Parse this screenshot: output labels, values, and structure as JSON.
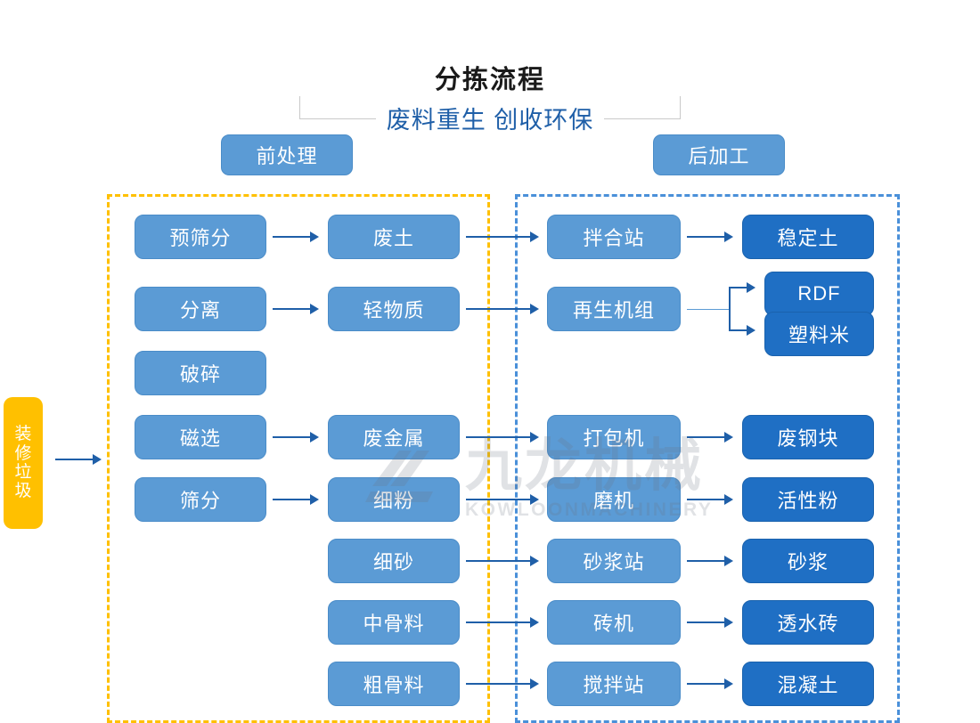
{
  "title": {
    "main": "分拣流程",
    "sub": "废料重生 创收环保"
  },
  "stages": {
    "pre_label": "前处理",
    "post_label": "后加工"
  },
  "input": {
    "label": "装修垃圾",
    "color": "#ffc000"
  },
  "colors": {
    "process_box": "#5b9bd5",
    "product_box": "#1f6fc4",
    "pre_frame_dashed": "#ffc000",
    "post_frame_dashed": "#4a90d9",
    "arrow": "#1f5fa8",
    "title_sub": "#1f5fa8"
  },
  "pre_process": {
    "operations": [
      {
        "label": "预筛分"
      },
      {
        "label": "分离"
      },
      {
        "label": "破碎"
      },
      {
        "label": "磁选"
      },
      {
        "label": "筛分"
      }
    ],
    "materials": [
      {
        "label": "废土"
      },
      {
        "label": "轻物质"
      },
      {
        "label": "废金属"
      },
      {
        "label": "细粉"
      },
      {
        "label": "细砂"
      },
      {
        "label": "中骨料"
      },
      {
        "label": "粗骨料"
      }
    ]
  },
  "post_process": {
    "machines": [
      {
        "label": "拌合站"
      },
      {
        "label": "再生机组"
      },
      {
        "label": "打包机"
      },
      {
        "label": "磨机"
      },
      {
        "label": "砂浆站"
      },
      {
        "label": "砖机"
      },
      {
        "label": "搅拌站"
      }
    ],
    "products": [
      {
        "label": "稳定土"
      },
      {
        "label": "RDF"
      },
      {
        "label": "塑料米"
      },
      {
        "label": "废钢块"
      },
      {
        "label": "活性粉"
      },
      {
        "label": "砂浆"
      },
      {
        "label": "透水砖"
      },
      {
        "label": "混凝土"
      }
    ]
  },
  "watermark": {
    "cn": "九龙机械",
    "en": "KOWLOONMACHINERY"
  }
}
